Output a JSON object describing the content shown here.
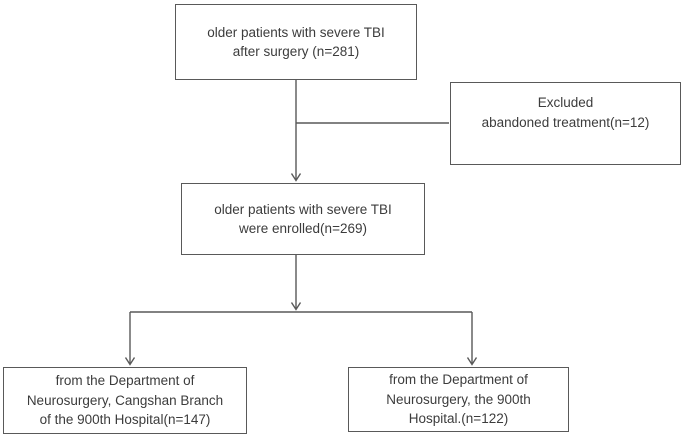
{
  "flowchart": {
    "colors": {
      "line": "#595959",
      "text": "#3c3c3c",
      "box_background": "#ffffff",
      "page_background": "#ffffff"
    },
    "nodes": {
      "initial": {
        "text": "older patients with severe TBI\nafter surgery (n=281)",
        "n": 281
      },
      "excluded": {
        "text": "Excluded\nabandoned treatment(n=12)",
        "n": 12
      },
      "enrolled": {
        "text": "older patients with severe TBI\nwere enrolled(n=269)",
        "n": 269
      },
      "cangshan": {
        "text": "from the Department of\nNeurosurgery, Cangshan Branch\nof the 900th Hospital(n=147)",
        "n": 147
      },
      "main900": {
        "text": "from the Department of\nNeurosurgery, the 900th\nHospital.(n=122)",
        "n": 122
      }
    }
  }
}
